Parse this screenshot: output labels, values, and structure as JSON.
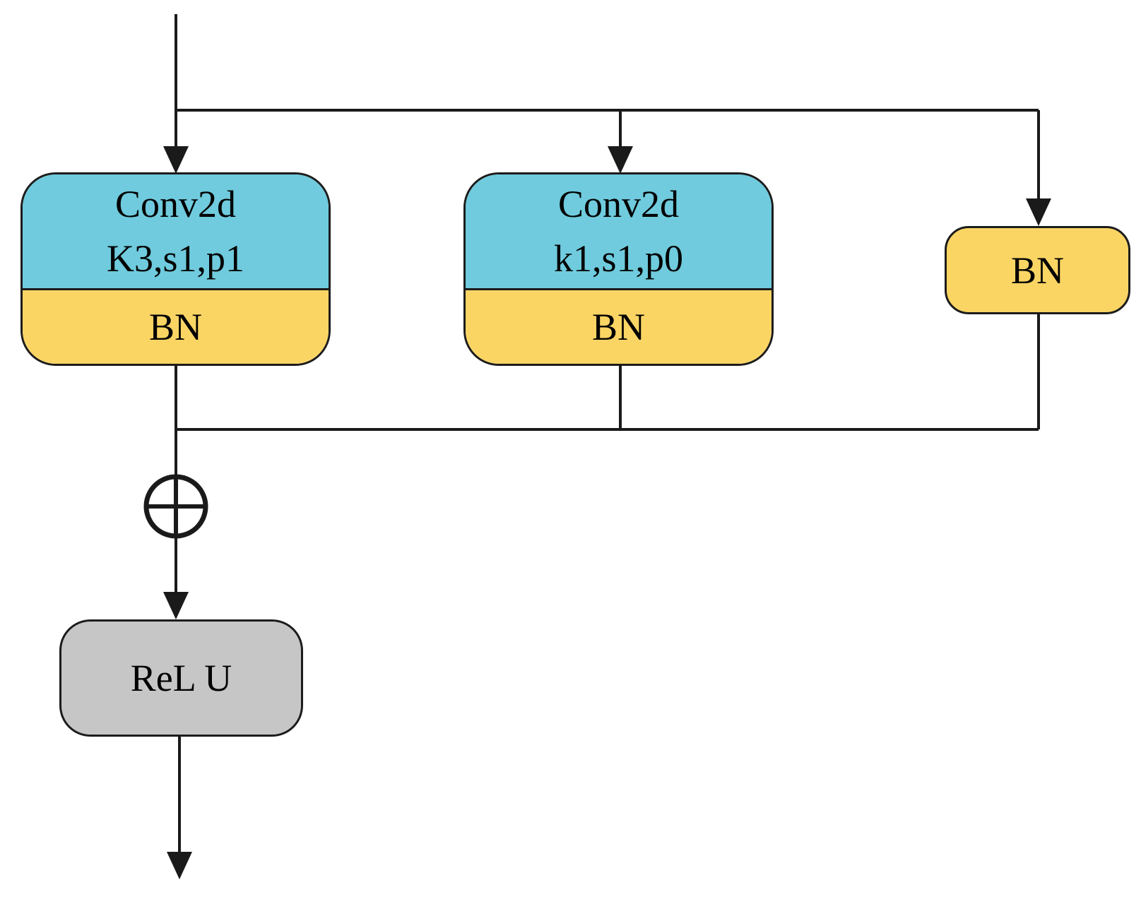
{
  "figure": {
    "branches": {
      "conv3x3": {
        "title": "Conv2d",
        "params": "K3,s1,p1",
        "bn": "BN"
      },
      "conv1x1": {
        "title": "Conv2d",
        "params": "k1,s1,p0",
        "bn": "BN"
      },
      "identity": {
        "bn": "BN"
      }
    },
    "merge_operator": "⊕",
    "activation": {
      "label": "ReL U"
    },
    "colors": {
      "conv_fill": "#6fcbdd",
      "bn_fill": "#fbd564",
      "activation_fill": "#c6c6c6",
      "line": "#1a1a1a",
      "background": "#ffffff"
    }
  }
}
